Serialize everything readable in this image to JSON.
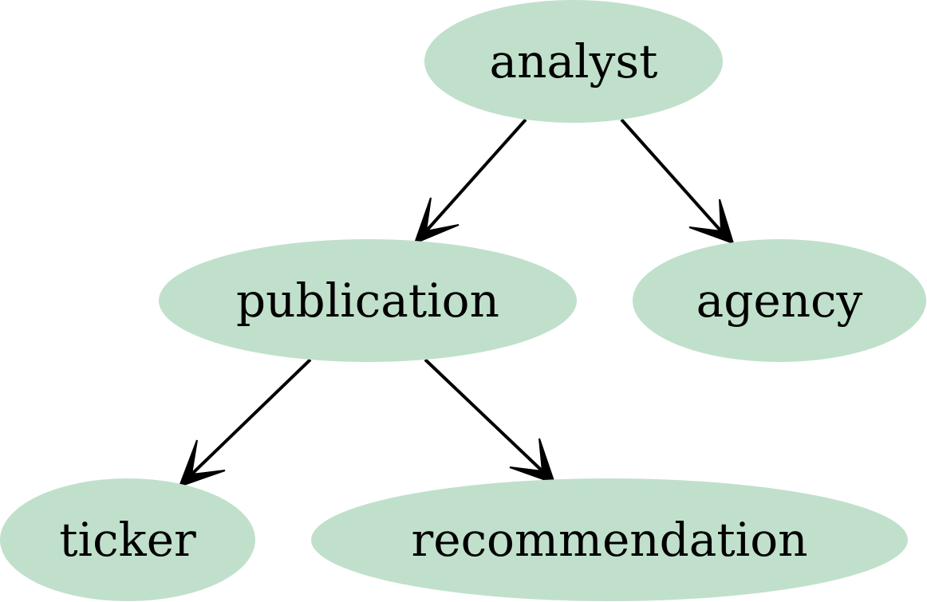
{
  "colors": {
    "node_fill": "#c0e0cb",
    "edge": "#000000",
    "text": "#000000",
    "background": "#ffffff"
  },
  "nodes": [
    {
      "id": "analyst",
      "label": "analyst"
    },
    {
      "id": "publication",
      "label": "publication"
    },
    {
      "id": "agency",
      "label": "agency"
    },
    {
      "id": "ticker",
      "label": "ticker"
    },
    {
      "id": "recommendation",
      "label": "recommendation"
    }
  ],
  "edges": [
    {
      "from": "analyst",
      "to": "publication"
    },
    {
      "from": "analyst",
      "to": "agency"
    },
    {
      "from": "publication",
      "to": "ticker"
    },
    {
      "from": "publication",
      "to": "recommendation"
    }
  ]
}
